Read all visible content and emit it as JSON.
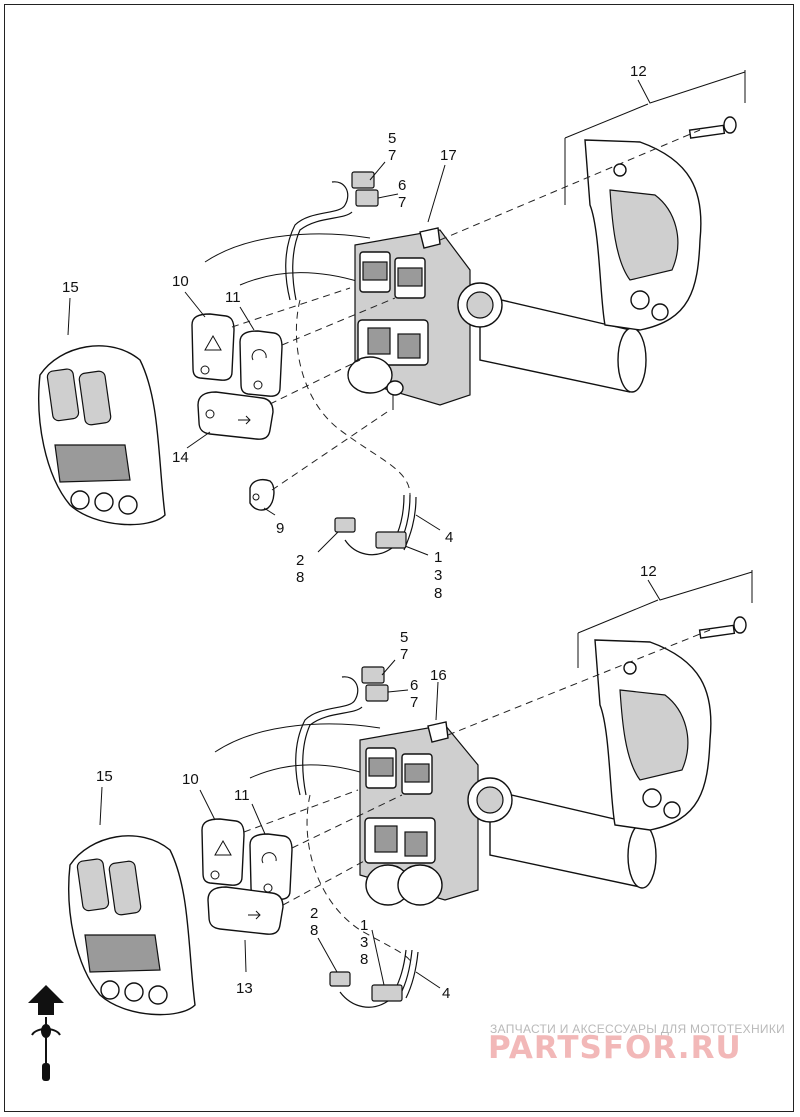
{
  "diagram": {
    "upper_assembly": {
      "callouts": [
        {
          "id": "u12",
          "text": "12"
        },
        {
          "id": "u5",
          "text": "5"
        },
        {
          "id": "u7a",
          "text": "7"
        },
        {
          "id": "u17",
          "text": "17"
        },
        {
          "id": "u6",
          "text": "6"
        },
        {
          "id": "u7b",
          "text": "7"
        },
        {
          "id": "u15",
          "text": "15"
        },
        {
          "id": "u10",
          "text": "10"
        },
        {
          "id": "u11",
          "text": "11"
        },
        {
          "id": "u14",
          "text": "14"
        },
        {
          "id": "u9",
          "text": "9"
        },
        {
          "id": "u4",
          "text": "4"
        },
        {
          "id": "u2",
          "text": "2"
        },
        {
          "id": "u8a",
          "text": "8"
        },
        {
          "id": "u1",
          "text": "1"
        },
        {
          "id": "u3",
          "text": "3"
        },
        {
          "id": "u8b",
          "text": "8"
        }
      ]
    },
    "lower_assembly": {
      "callouts": [
        {
          "id": "l12",
          "text": "12"
        },
        {
          "id": "l5",
          "text": "5"
        },
        {
          "id": "l7a",
          "text": "7"
        },
        {
          "id": "l16",
          "text": "16"
        },
        {
          "id": "l6",
          "text": "6"
        },
        {
          "id": "l7b",
          "text": "7"
        },
        {
          "id": "l15",
          "text": "15"
        },
        {
          "id": "l10",
          "text": "10"
        },
        {
          "id": "l11",
          "text": "11"
        },
        {
          "id": "l2",
          "text": "2"
        },
        {
          "id": "l8a",
          "text": "8"
        },
        {
          "id": "l1",
          "text": "1"
        },
        {
          "id": "l3",
          "text": "3"
        },
        {
          "id": "l8b",
          "text": "8"
        },
        {
          "id": "l13",
          "text": "13"
        },
        {
          "id": "l4",
          "text": "4"
        }
      ]
    }
  },
  "watermark": {
    "tagline": "ЗАПЧАСТИ И АКСЕССУАРЫ ДЛЯ МОТОТЕХНИКИ",
    "logo": "PARTSFOR.RU",
    "logo_color": "#f2b8b8",
    "tagline_color": "#b9b9b9"
  },
  "front_indicator": {
    "icon": "motorcycle-front-arrow-icon"
  }
}
